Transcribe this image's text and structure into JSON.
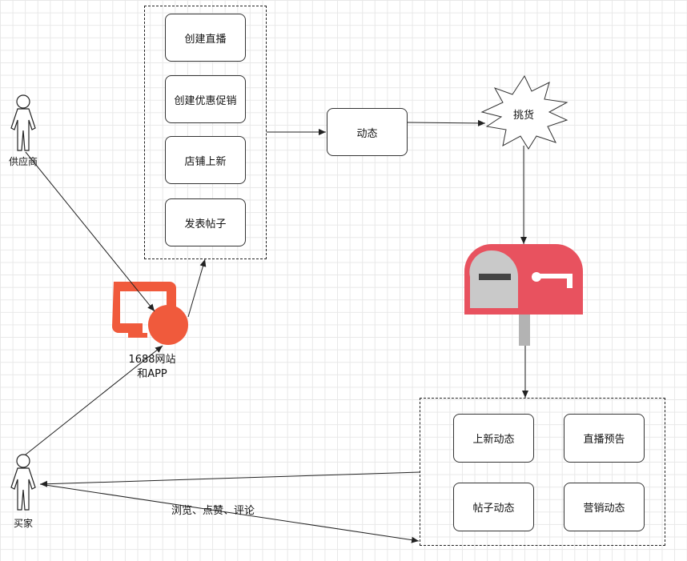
{
  "supplier": {
    "label": "供应商"
  },
  "buyer": {
    "label": "买家"
  },
  "platform": {
    "label_line1": "1688网站",
    "label_line2": "和APP"
  },
  "supplier_actions": [
    "创建直播",
    "创建优惠促销",
    "店铺上新",
    "发表帖子"
  ],
  "feed": {
    "label": "动态"
  },
  "selection": {
    "label": "挑货"
  },
  "buyer_feeds": [
    "上新动态",
    "直播预告",
    "帖子动态",
    "营销动态"
  ],
  "edge_label": "浏览、点赞、评论",
  "colors": {
    "platform_icon": "#f05a3c",
    "mailbox_red": "#e8525f",
    "mailbox_gray": "#c9c9c9",
    "mailbox_post": "#b3b3b3"
  },
  "icons": [
    "person-icon",
    "computer-icon",
    "mailbox-icon",
    "starburst-icon"
  ]
}
